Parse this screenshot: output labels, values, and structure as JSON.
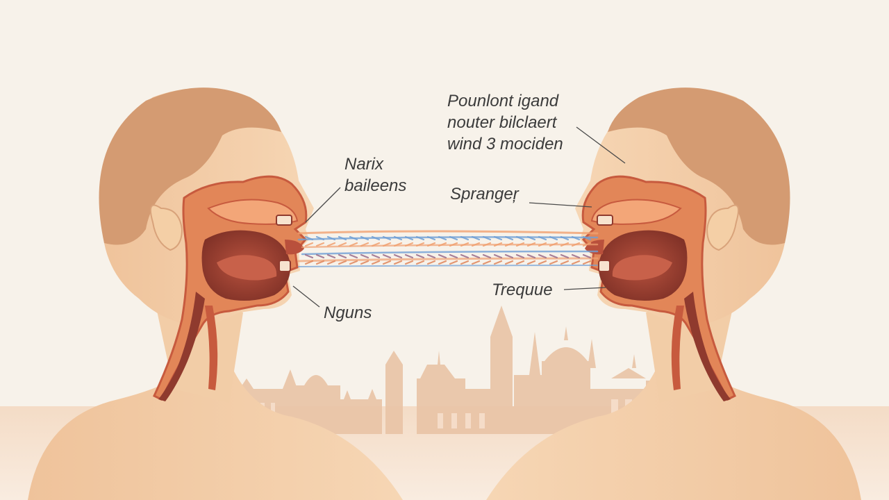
{
  "labels": {
    "narix": [
      "Narix",
      "baileens"
    ],
    "pounlont": [
      "Pounlont igand",
      "nouter bilclaert",
      "wind 3 mociden"
    ],
    "spranger": "Sprangeŗ",
    "trequue": "Trequue",
    "nguns": "Nguns"
  },
  "colors": {
    "background": "#f7f2ea",
    "skin": "#f0c9a0",
    "hair": "#d49b72",
    "tissue": "#c75a3e",
    "cavity": "#8f3a2e",
    "muscle": "#e07a52",
    "skyline": "#e9c4a6",
    "stream_blue": "#6f9fd6",
    "stream_orange": "#f0a070",
    "label_text": "#3b3b3b"
  }
}
